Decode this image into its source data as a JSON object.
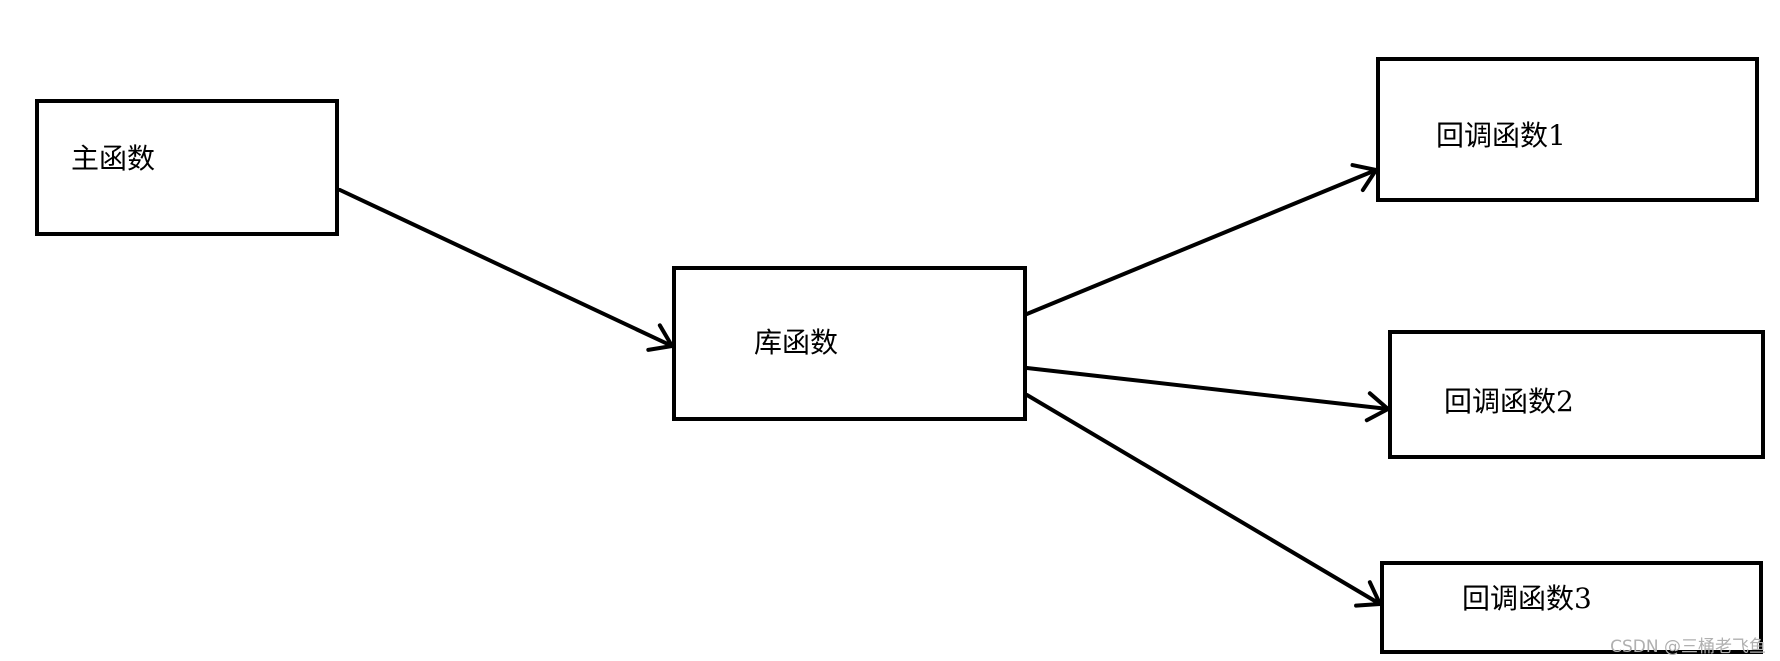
{
  "diagram": {
    "nodes": [
      {
        "id": "main",
        "label": "主函数"
      },
      {
        "id": "lib",
        "label": "库函数"
      },
      {
        "id": "cb1",
        "label": "回调函数1"
      },
      {
        "id": "cb2",
        "label": "回调函数2"
      },
      {
        "id": "cb3",
        "label": "回调函数3"
      }
    ],
    "edges": [
      {
        "from": "main",
        "to": "lib"
      },
      {
        "from": "lib",
        "to": "cb1"
      },
      {
        "from": "lib",
        "to": "cb2"
      },
      {
        "from": "lib",
        "to": "cb3"
      }
    ]
  },
  "colors": {
    "stroke": "#000000",
    "background": "#ffffff",
    "watermark": "#b0b0b0"
  },
  "watermark": "CSDN @三桶老飞鱼"
}
